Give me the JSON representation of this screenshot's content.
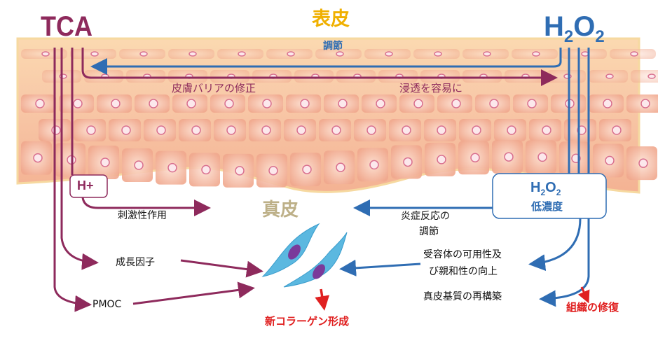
{
  "colors": {
    "tca": "#8e2a5c",
    "h2o2": "#2f6db3",
    "epidermis": "#f0b000",
    "dermis": "#bdb088",
    "red": "#e02020"
  },
  "labels": {
    "tca": "TCA",
    "epidermis": "表皮",
    "regulation_top": "調節",
    "h2o2_h": "H",
    "h2o2_2a": "2",
    "h2o2_o": "O",
    "h2o2_2b": "2",
    "barrier": "皮膚バリアの修正",
    "penetration": "浸透を容易に",
    "hplus": "H+",
    "irritation": "刺激性作用",
    "dermis": "真皮",
    "inflammation_1": "炎症反応の",
    "inflammation_2": "調節",
    "low_conc": "低濃度",
    "growth": "成長因子",
    "pmoc": "PMOC",
    "receptor_1": "受容体の可用性及",
    "receptor_2": "び親和性の向上",
    "matrix": "真皮基質の再構築",
    "tissue_repair": "組織の修復",
    "new_collagen": "新コラーゲン形成"
  }
}
